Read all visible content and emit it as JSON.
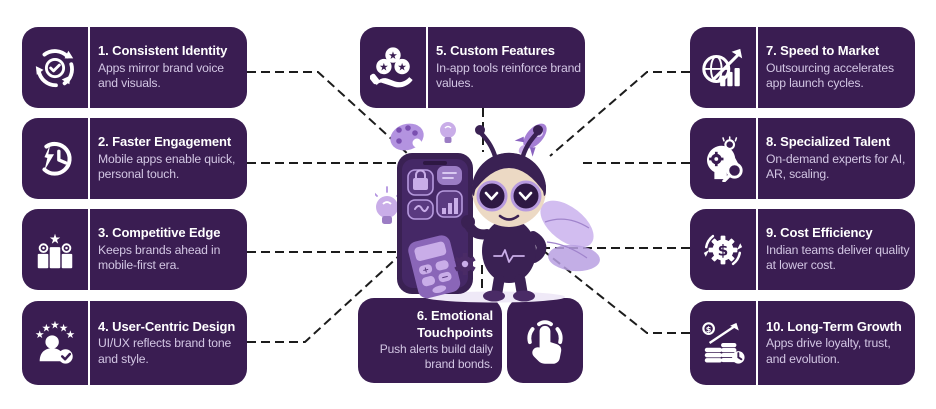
{
  "title": "Brand-focused mobile app benefits infographic",
  "colors": {
    "card_bg": "#3a1d52",
    "heading_text": "#ffffff",
    "body_text": "#d3c7e4",
    "connector_line": "#1c1c1c",
    "divider": "#ffffff",
    "mascot_dark_purple": "#3a2153",
    "mascot_mid_purple": "#8a66b8",
    "mascot_light_purple": "#c9ade8",
    "mascot_skin": "#ecd9c4",
    "background": "#ffffff"
  },
  "cards": [
    {
      "title": "1. Consistent Identity",
      "desc": "Apps mirror brand voice and visuals.",
      "icon": "sync-check-icon"
    },
    {
      "title": "2. Faster Engagement",
      "desc": "Mobile apps enable quick, personal touch.",
      "icon": "clock-lightning-icon"
    },
    {
      "title": "3. Competitive Edge",
      "desc": "Keeps brands ahead in mobile-first era.",
      "icon": "podium-star-icon"
    },
    {
      "title": "4. User-Centric Design",
      "desc": "UI/UX reflects brand tone and style.",
      "icon": "user-stars-icon"
    },
    {
      "title": "5. Custom Features",
      "desc": "In-app tools reinforce brand values.",
      "icon": "hand-stars-icon"
    },
    {
      "title": "6. Emotional Touchpoints",
      "desc": "Push alerts build daily brand bonds.",
      "icon": "tap-gesture-icon"
    },
    {
      "title": "7. Speed to Market",
      "desc": "Outsourcing accelerates app launch cycles.",
      "icon": "globe-growth-icon"
    },
    {
      "title": "8. Specialized Talent",
      "desc": "On-demand experts for AI, AR, scaling.",
      "icon": "talent-head-icon"
    },
    {
      "title": "9. Cost Efficiency",
      "desc": "Indian teams deliver quality at lower cost.",
      "icon": "gear-dollar-icon"
    },
    {
      "title": "10. Long-Term Growth",
      "desc": "Apps drive loyalty, trust, and evolution.",
      "icon": "coins-growth-icon"
    }
  ]
}
